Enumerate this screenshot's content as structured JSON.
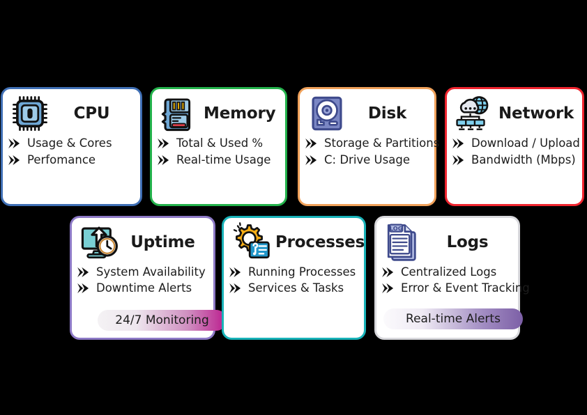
{
  "page": {
    "background_color": "#000000",
    "title": "System Monitoring Feature Cards"
  },
  "cards": [
    {
      "id": "cpu",
      "title": "CPU",
      "icon": "cpu-chip-icon",
      "border_color": "#3f6fb5",
      "bullets": [
        "Usage & Cores",
        "Perfomance"
      ],
      "badge": null
    },
    {
      "id": "memory",
      "title": "Memory",
      "icon": "memory-card-icon",
      "border_color": "#23b24b",
      "bullets": [
        "Total & Used %",
        "Real-time Usage"
      ],
      "badge": null
    },
    {
      "id": "disk",
      "title": "Disk",
      "icon": "hard-disk-icon",
      "border_color": "#f0a15a",
      "bullets": [
        "Storage & Partitions",
        "C: Drive Usage"
      ],
      "badge": null
    },
    {
      "id": "network",
      "title": "Network",
      "icon": "network-cloud-icon",
      "border_color": "#f0252f",
      "bullets": [
        "Download / Upload",
        "Bandwidth (Mbps)"
      ],
      "badge": null
    },
    {
      "id": "uptime",
      "title": "Uptime",
      "icon": "monitor-clock-uptime-icon",
      "border_color": "#8d79c6",
      "bullets": [
        "System Availability",
        "Downtime Alerts"
      ],
      "badge": "24/7 Monitoring",
      "badge_gradient_from": "#f4f2f4",
      "badge_gradient_to": "#bb1d8e"
    },
    {
      "id": "processes",
      "title": "Processes",
      "icon": "gear-tasklist-icon",
      "border_color": "#18b2b8",
      "bullets": [
        "Running Processes",
        "Services & Tasks"
      ],
      "badge": null
    },
    {
      "id": "logs",
      "title": "Logs",
      "icon": "log-documents-icon",
      "border_color": "#d8d8dc",
      "bullets": [
        "Centralized Logs",
        "Error & Event Tracking"
      ],
      "badge": "Real-time Alerts",
      "badge_gradient_from": "#fbfafc",
      "badge_gradient_to": "#7c5fa6"
    }
  ],
  "bullet_icon": "double-chevron-arrow-icon"
}
